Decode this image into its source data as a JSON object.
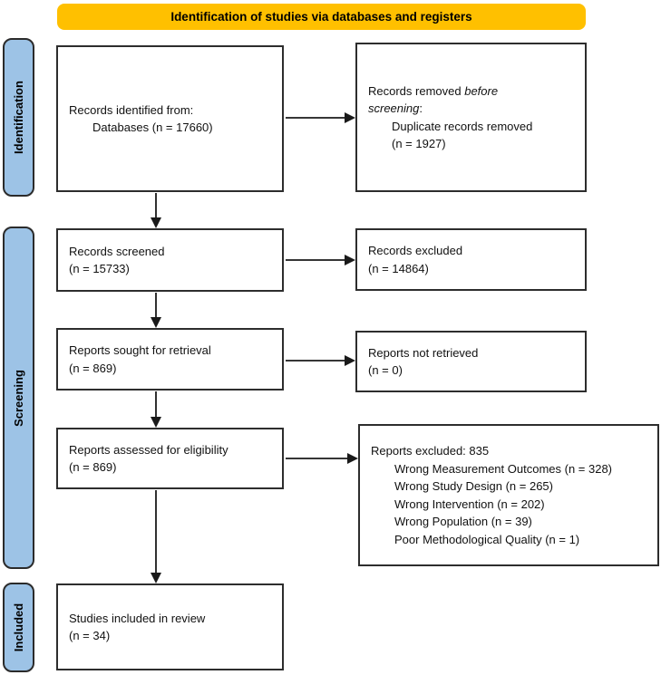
{
  "banner": {
    "label": "Identification of studies via databases and registers"
  },
  "colors": {
    "banner_bg": "#FFC000",
    "stage_bg": "#9DC3E6",
    "box_border": "#2D2D2D",
    "arrow": "#1A1A1A"
  },
  "stages": {
    "identification": {
      "label": "Identification"
    },
    "screening": {
      "label": "Screening"
    },
    "included": {
      "label": "Included"
    }
  },
  "boxes": {
    "records_identified": {
      "lines": [
        {
          "indent": false,
          "segs": [
            {
              "t": "Records identified from:"
            }
          ]
        },
        {
          "indent": true,
          "segs": [
            {
              "t": "Databases (n = 17660)"
            }
          ]
        }
      ]
    },
    "records_removed": {
      "lines": [
        {
          "indent": false,
          "segs": [
            {
              "t": "Records removed "
            },
            {
              "t": "before",
              "i": true
            }
          ]
        },
        {
          "indent": false,
          "segs": [
            {
              "t": "screening",
              "i": true
            },
            {
              "t": ":"
            }
          ]
        },
        {
          "indent": true,
          "segs": [
            {
              "t": "Duplicate records removed"
            }
          ]
        },
        {
          "indent": true,
          "segs": [
            {
              "t": "(n = 1927)"
            }
          ]
        }
      ]
    },
    "records_screened": {
      "lines": [
        {
          "indent": false,
          "segs": [
            {
              "t": "Records screened"
            }
          ]
        },
        {
          "indent": false,
          "segs": [
            {
              "t": "(n = 15733)"
            }
          ]
        }
      ]
    },
    "records_excluded": {
      "lines": [
        {
          "indent": false,
          "segs": [
            {
              "t": "Records excluded"
            }
          ]
        },
        {
          "indent": false,
          "segs": [
            {
              "t": "(n = 14864)"
            }
          ]
        }
      ]
    },
    "reports_sought": {
      "lines": [
        {
          "indent": false,
          "segs": [
            {
              "t": "Reports sought for retrieval"
            }
          ]
        },
        {
          "indent": false,
          "segs": [
            {
              "t": "(n = 869)"
            }
          ]
        }
      ]
    },
    "reports_not_retrieved": {
      "lines": [
        {
          "indent": false,
          "segs": [
            {
              "t": "Reports not retrieved"
            }
          ]
        },
        {
          "indent": false,
          "segs": [
            {
              "t": "(n = 0)"
            }
          ]
        }
      ]
    },
    "reports_assessed": {
      "lines": [
        {
          "indent": false,
          "segs": [
            {
              "t": "Reports assessed for eligibility"
            }
          ]
        },
        {
          "indent": false,
          "segs": [
            {
              "t": "(n = 869)"
            }
          ]
        }
      ]
    },
    "reports_excluded": {
      "lines": [
        {
          "indent": false,
          "segs": [
            {
              "t": "Reports excluded: 835"
            }
          ]
        },
        {
          "indent": true,
          "segs": [
            {
              "t": "Wrong Measurement Outcomes (n = 328)"
            }
          ]
        },
        {
          "indent": true,
          "segs": [
            {
              "t": "Wrong Study Design (n = 265)"
            }
          ]
        },
        {
          "indent": true,
          "segs": [
            {
              "t": "Wrong Intervention (n = 202)"
            }
          ]
        },
        {
          "indent": true,
          "segs": [
            {
              "t": "Wrong Population (n = 39)"
            }
          ]
        },
        {
          "indent": true,
          "segs": [
            {
              "t": "Poor Methodological Quality (n = 1)"
            }
          ]
        }
      ]
    },
    "studies_included": {
      "lines": [
        {
          "indent": false,
          "segs": [
            {
              "t": "Studies included in review"
            }
          ]
        },
        {
          "indent": false,
          "segs": [
            {
              "t": "(n = 34)"
            }
          ]
        }
      ]
    }
  }
}
